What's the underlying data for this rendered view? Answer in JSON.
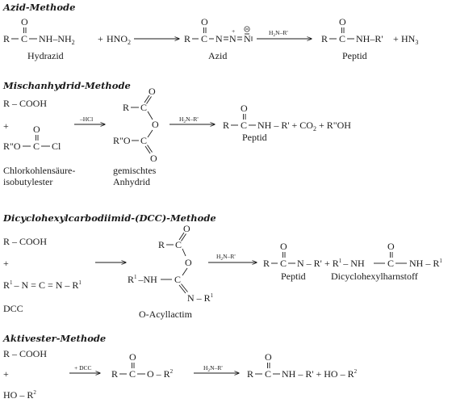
{
  "sections": {
    "azid": {
      "title": "Azid-Methode",
      "reagents": [
        "HNO",
        "HN"
      ],
      "labels": [
        "Hydrazid",
        "Azid",
        "Peptid"
      ],
      "arrow_label": "H",
      "arrow_label_rest": "N–R'",
      "plus": "+",
      "product_suffix": "NH–R'",
      "hydrazid_suffix": "NH–NH",
      "azid_n": "N",
      "sub_2": "2",
      "sub_3": "3"
    },
    "mischanhydrid": {
      "title": "Mischanhydrid-Methode",
      "reactant1": "R – COOH",
      "reactant2_prefix": "R\"O",
      "reactant2_cl": "Cl",
      "label_reactant2_line1": "Chlorkohlensäure-",
      "label_reactant2_line2": "isobutylester",
      "arrow1_label": "–HCl",
      "intermediate_top": "R",
      "intermediate_bottom": "R\"O",
      "intermediate_o": "O",
      "label_intermediate_line1": "gemischtes",
      "label_intermediate_line2": "Anhydrid",
      "arrow2_label": "H",
      "arrow2_label_rest": "N–R'",
      "products_rest": "NH – R' + CO",
      "products_tail": "+ R\"OH",
      "label_product": "Peptid"
    },
    "dcc": {
      "title": "Dicyclohexylcarbodiimid-(DCC)-Methode",
      "reactant1": "R – COOH",
      "plus": "+",
      "reactant2": "R",
      "reactant2_core": "– N = C = N – R",
      "sup1": "1",
      "label_reactant2": "DCC",
      "intermediate_r": "R",
      "intermediate_o": "O",
      "intermediate_nh": "R",
      "intermediate_nh_rest": "–NH",
      "intermediate_n": "N – R",
      "label_intermediate": "O-Acyllactim",
      "arrow_label": "H",
      "arrow_label_rest": "N–R'",
      "product1": "N – R'",
      "product2_pre": "+ R",
      "product2_mid": "– NH",
      "product2_end": "NH – R",
      "label_product1": "Peptid",
      "label_product2": "Dicyclohexylharnstoff"
    },
    "aktivester": {
      "title": "Aktivester-Methode",
      "reactant1": "R – COOH",
      "plus": "+",
      "reactant2": "HO – R",
      "sup2": "2",
      "arrow1_label": "+ DCC",
      "intermediate_tail": "O – R",
      "arrow2_label": "H",
      "arrow2_label_rest": "N–R'",
      "products_rest": "NH – R' + HO – R"
    }
  },
  "atoms": {
    "R": "R",
    "C": "C",
    "O": "O",
    "N": "N"
  },
  "plus_sign": "+",
  "neutral": "–"
}
